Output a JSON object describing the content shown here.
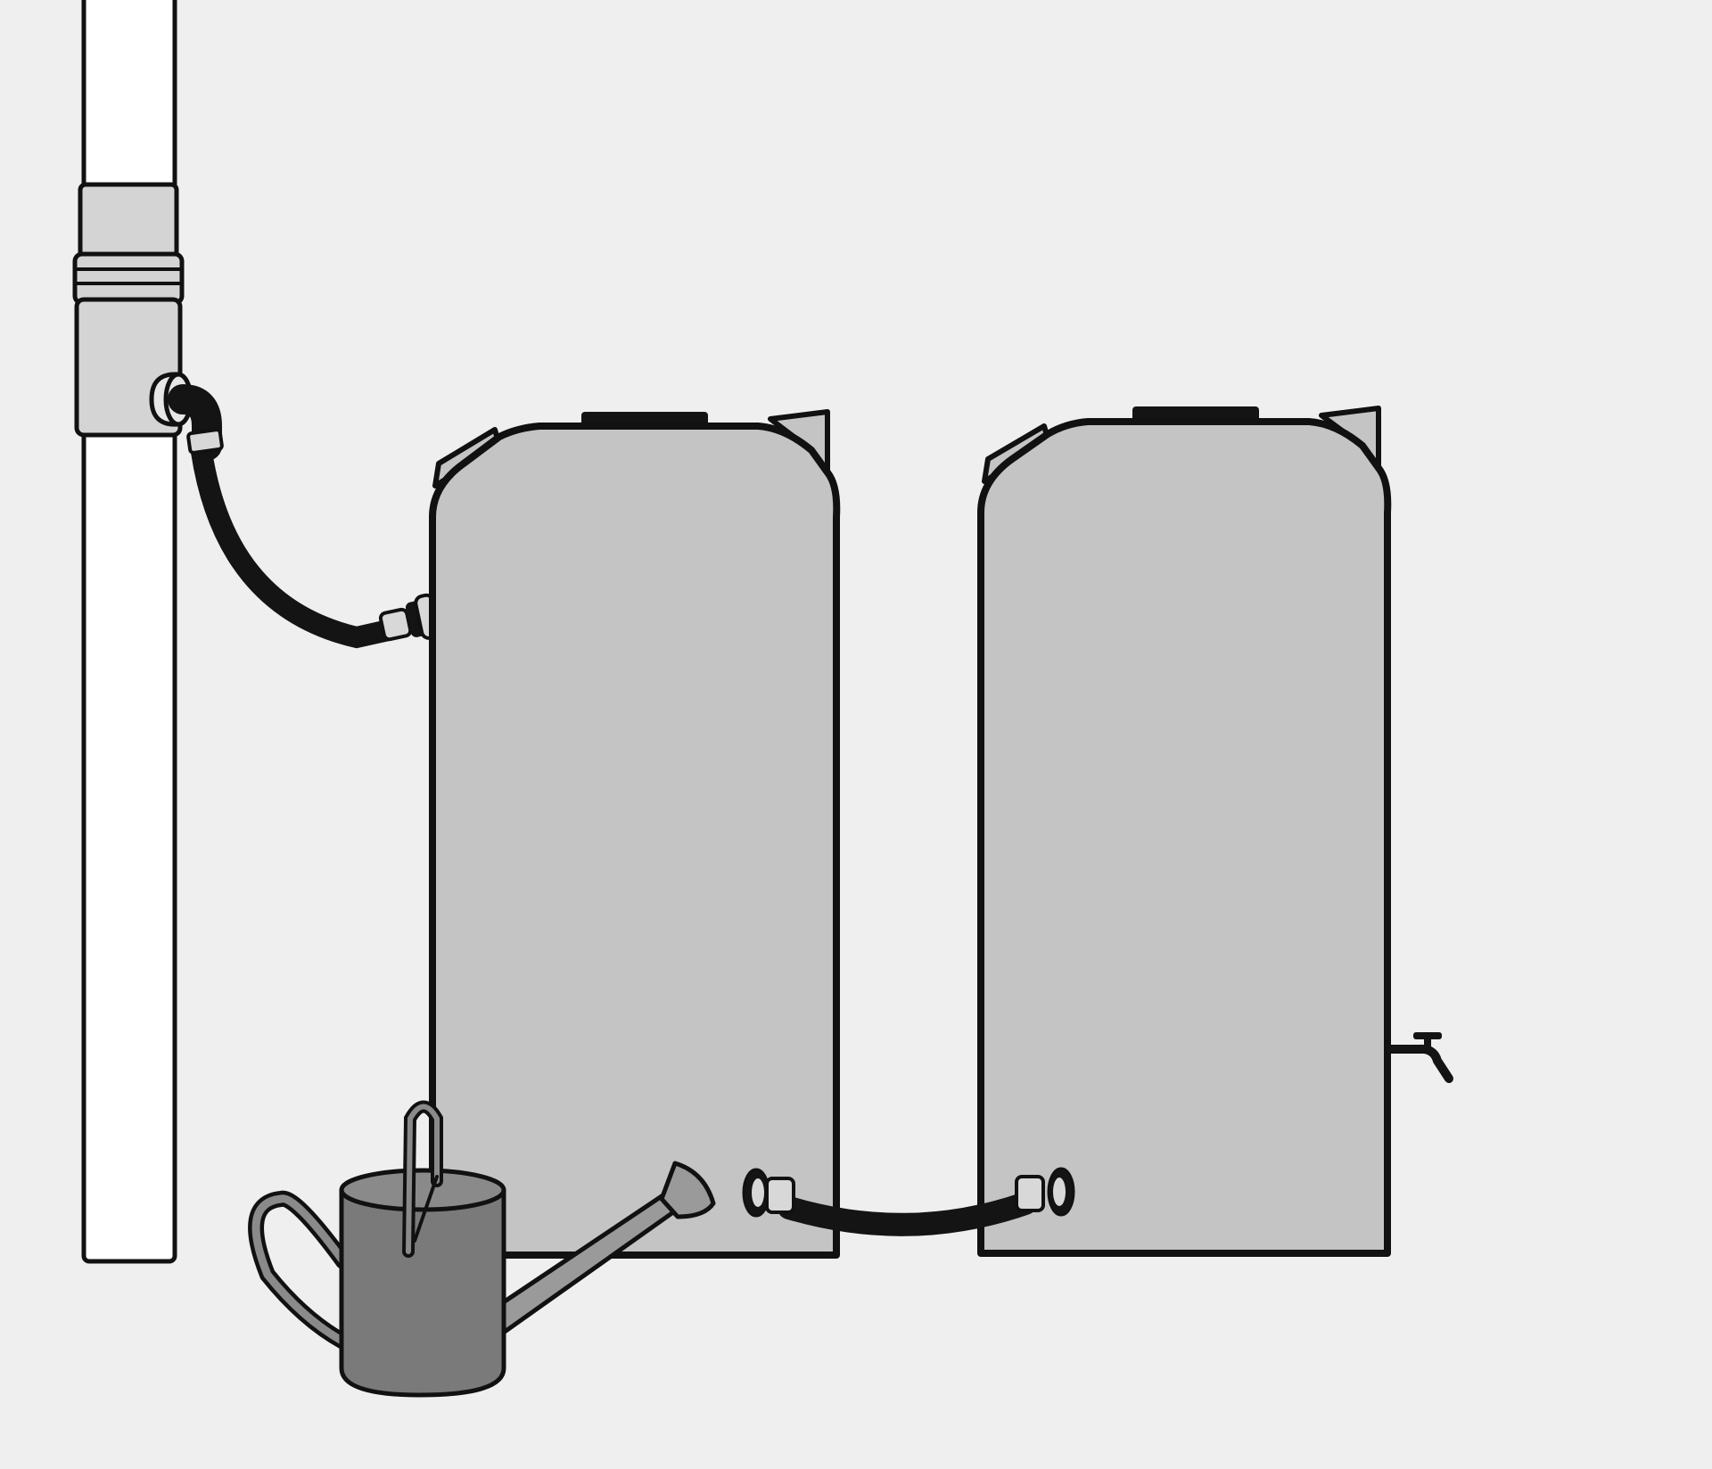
{
  "colors": {
    "background": "#efefef",
    "pipe_fill": "#ffffff",
    "fitting_fill": "#d4d4d4",
    "tank_fill": "#c4c4c4",
    "hose": "#141414",
    "outline": "#111111",
    "watering_can": "#7a7a7a",
    "watering_can_light": "#9a9a9a"
  },
  "components": [
    {
      "id": "downpipe",
      "icon": "downpipe-icon"
    },
    {
      "id": "rain-diverter",
      "icon": "diverter-icon"
    },
    {
      "id": "inlet-hose",
      "icon": "hose-icon"
    },
    {
      "id": "water-tank-1",
      "icon": "tank-icon"
    },
    {
      "id": "water-tank-2",
      "icon": "tank-icon"
    },
    {
      "id": "link-hose",
      "icon": "hose-icon"
    },
    {
      "id": "outlet-tap",
      "icon": "tap-icon"
    },
    {
      "id": "watering-can",
      "icon": "watering-can-icon"
    }
  ]
}
